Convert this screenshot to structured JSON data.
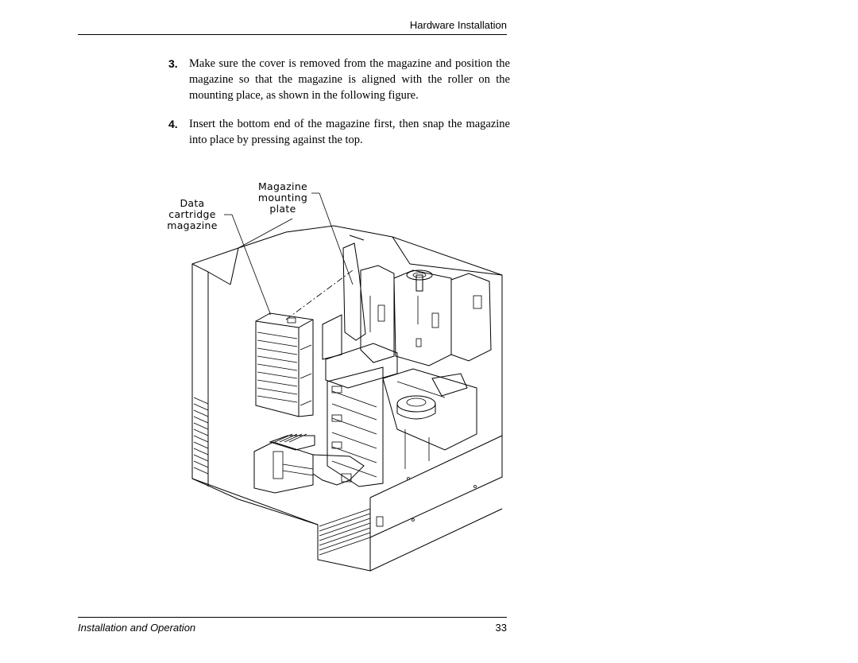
{
  "header": {
    "section_title": "Hardware Installation"
  },
  "steps": [
    {
      "number": "3.",
      "text": "Make sure the cover is removed from the magazine and position the magazine so that the magazine is aligned with the roller on the mounting place, as shown in the following figure."
    },
    {
      "number": "4.",
      "text": "Insert the bottom end of the magazine first, then snap the magazine into place by pressing against the top."
    }
  ],
  "figure": {
    "callouts": {
      "data_cartridge_magazine": [
        "Data",
        "cartridge",
        "magazine"
      ],
      "magazine_mounting_plate": [
        "Magazine",
        "mounting",
        "plate"
      ]
    }
  },
  "footer": {
    "left": "Installation and Operation",
    "page_number": "33"
  }
}
